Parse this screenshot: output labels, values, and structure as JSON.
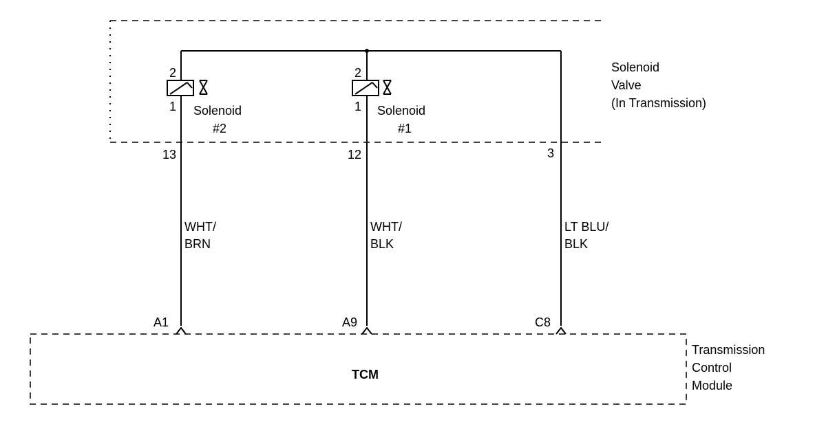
{
  "solenoid_valve": {
    "label_line1": "Solenoid",
    "label_line2": "Valve",
    "label_line3": "(In Transmission)"
  },
  "solenoid_2": {
    "pin_top": "2",
    "pin_bottom": "1",
    "name": "Solenoid",
    "number": "#2"
  },
  "solenoid_1": {
    "pin_top": "2",
    "pin_bottom": "1",
    "name": "Solenoid",
    "number": "#1"
  },
  "connector_pins": {
    "left": "13",
    "middle": "12",
    "right": "3"
  },
  "wires": {
    "left_line1": "WHT/",
    "left_line2": "BRN",
    "middle_line1": "WHT/",
    "middle_line2": "BLK",
    "right_line1": "LT BLU/",
    "right_line2": "BLK"
  },
  "tcm_pins": {
    "left": "A1",
    "middle": "A9",
    "right": "C8"
  },
  "tcm": {
    "box_label": "TCM",
    "label_line1": "Transmission",
    "label_line2": "Control",
    "label_line3": "Module"
  }
}
